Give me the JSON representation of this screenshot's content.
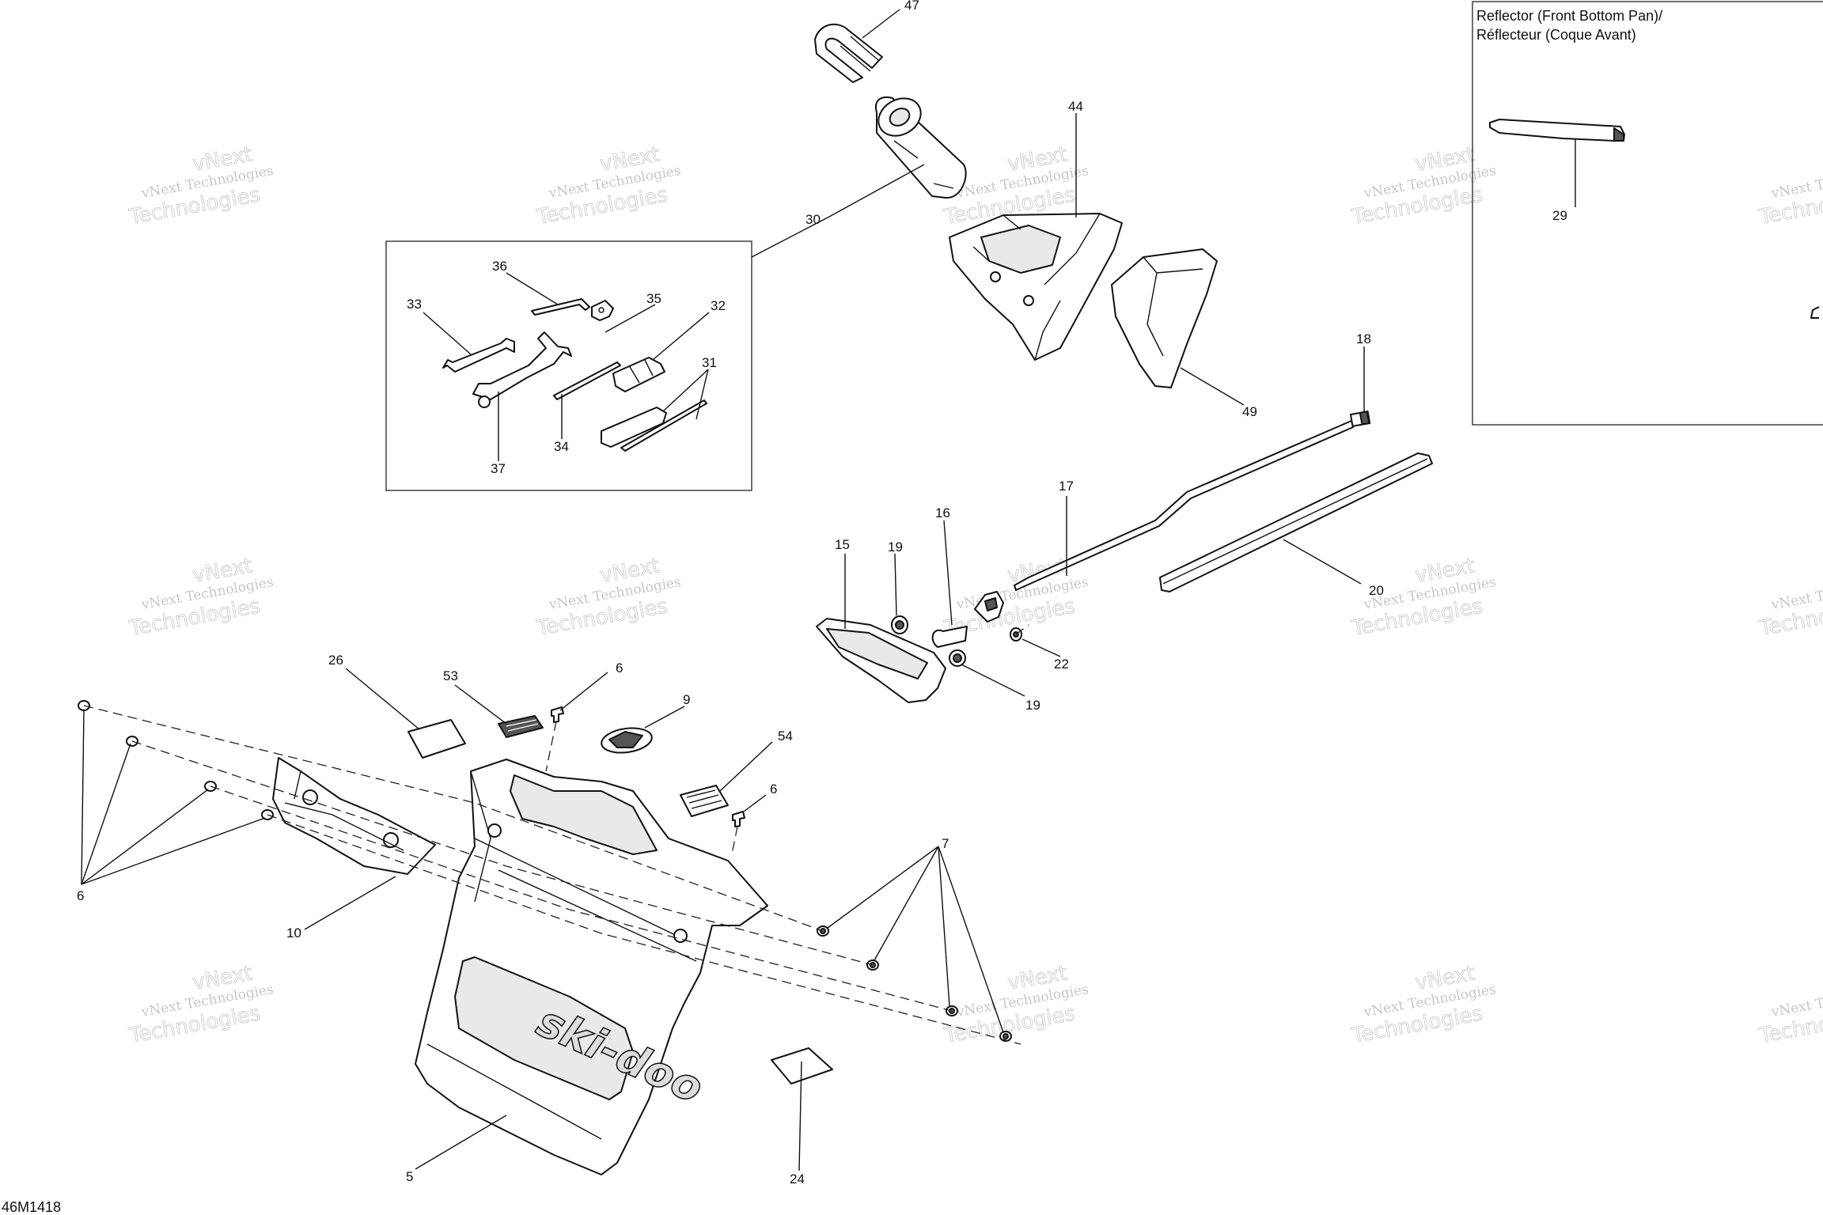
{
  "diagram": {
    "drawing_code": "46M1418",
    "inset": {
      "title_line1": "Reflector (Front Bottom Pan)/",
      "title_line2": "Réflecteur (Coque Avant)"
    },
    "watermark": {
      "line1": "vNext Technologies",
      "line2": "Technologies",
      "line3": "vNext"
    },
    "callouts": [
      {
        "id": "47",
        "label": "47"
      },
      {
        "id": "44",
        "label": "44"
      },
      {
        "id": "30",
        "label": "30"
      },
      {
        "id": "36",
        "label": "36"
      },
      {
        "id": "33",
        "label": "33"
      },
      {
        "id": "35",
        "label": "35"
      },
      {
        "id": "32",
        "label": "32"
      },
      {
        "id": "31",
        "label": "31"
      },
      {
        "id": "34",
        "label": "34"
      },
      {
        "id": "37",
        "label": "37"
      },
      {
        "id": "49",
        "label": "49"
      },
      {
        "id": "29",
        "label": "29"
      },
      {
        "id": "18",
        "label": "18"
      },
      {
        "id": "17",
        "label": "17"
      },
      {
        "id": "16",
        "label": "16"
      },
      {
        "id": "15",
        "label": "15"
      },
      {
        "id": "19a",
        "label": "19"
      },
      {
        "id": "19b",
        "label": "19"
      },
      {
        "id": "22",
        "label": "22"
      },
      {
        "id": "20",
        "label": "20"
      },
      {
        "id": "26",
        "label": "26"
      },
      {
        "id": "53",
        "label": "53"
      },
      {
        "id": "6a",
        "label": "6"
      },
      {
        "id": "9",
        "label": "9"
      },
      {
        "id": "54",
        "label": "54"
      },
      {
        "id": "6b",
        "label": "6"
      },
      {
        "id": "6c",
        "label": "6"
      },
      {
        "id": "10",
        "label": "10"
      },
      {
        "id": "7",
        "label": "7"
      },
      {
        "id": "5",
        "label": "5"
      },
      {
        "id": "24",
        "label": "24"
      }
    ]
  }
}
